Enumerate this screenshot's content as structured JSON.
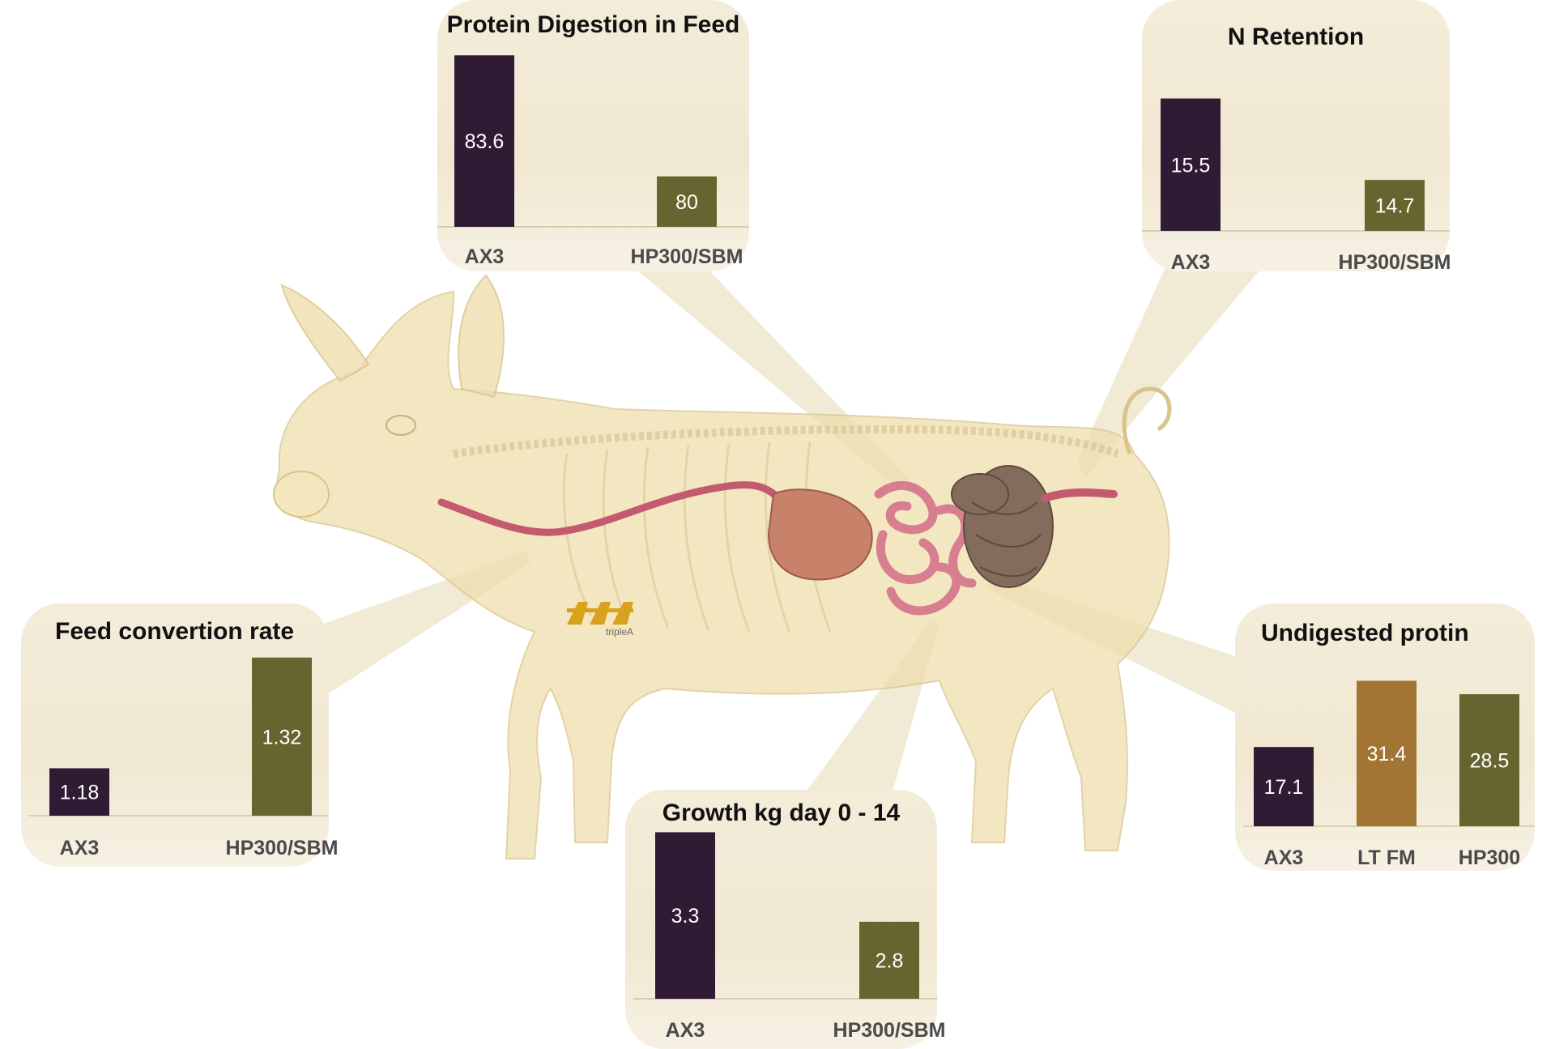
{
  "colors": {
    "ax3": "#301b34",
    "hp300": "#66652f",
    "ltfm": "#a37534",
    "panel": "#f2ead5",
    "callout": "#efe6cd",
    "pig_body": "#efdfae",
    "intestine_pink": "#d77e8f",
    "intestine_brown": "#846c5c"
  },
  "illustration": {
    "subject": "pig-anatomy-digestive-tract",
    "logo_text": "tripleA",
    "logo_icon": "triple-a-logo-icon"
  },
  "chart_data": [
    {
      "id": "protein-digestion",
      "type": "bar",
      "title": "Protein Digestion in Feed",
      "categories": [
        "AX3",
        "HP300/SBM"
      ],
      "values": [
        83.6,
        80
      ],
      "value_labels": [
        "83.6",
        "80"
      ],
      "bar_colors": [
        "#301b34",
        "#66652f"
      ],
      "ylim": [
        78.5,
        83.8
      ],
      "xlabel": "",
      "ylabel": "",
      "grid": false,
      "legend": "none"
    },
    {
      "id": "n-retention",
      "type": "bar",
      "title": "N Retention",
      "categories": [
        "AX3",
        "HP300/SBM"
      ],
      "values": [
        15.5,
        14.7
      ],
      "value_labels": [
        "15.5",
        "14.7"
      ],
      "bar_colors": [
        "#301b34",
        "#66652f"
      ],
      "ylim": [
        14.2,
        15.6
      ],
      "xlabel": "",
      "ylabel": "",
      "grid": false,
      "legend": "none"
    },
    {
      "id": "feed-conversion",
      "type": "bar",
      "title": "Feed convertion rate",
      "categories": [
        "AX3",
        "HP300/SBM"
      ],
      "values": [
        1.18,
        1.32
      ],
      "value_labels": [
        "1.18",
        "1.32"
      ],
      "bar_colors": [
        "#301b34",
        "#66652f"
      ],
      "ylim": [
        1.12,
        1.33
      ],
      "xlabel": "",
      "ylabel": "",
      "grid": false,
      "legend": "none"
    },
    {
      "id": "growth",
      "type": "bar",
      "title": "Growth kg day 0 - 14",
      "categories": [
        "AX3",
        "HP300/SBM"
      ],
      "values": [
        3.3,
        2.8
      ],
      "value_labels": [
        "3.3",
        "2.8"
      ],
      "bar_colors": [
        "#301b34",
        "#66652f"
      ],
      "ylim": [
        2.37,
        3.32
      ],
      "xlabel": "",
      "ylabel": "",
      "grid": false,
      "legend": "none"
    },
    {
      "id": "undigested-protein",
      "type": "bar",
      "title": "Undigested protin",
      "categories": [
        "AX3",
        "LT FM",
        "HP300"
      ],
      "values": [
        17.1,
        31.4,
        28.5
      ],
      "value_labels": [
        "17.1",
        "31.4",
        "28.5"
      ],
      "bar_colors": [
        "#301b34",
        "#a37534",
        "#66652f"
      ],
      "ylim": [
        0,
        32
      ],
      "xlabel": "",
      "ylabel": "",
      "grid": false,
      "legend": "none"
    }
  ]
}
